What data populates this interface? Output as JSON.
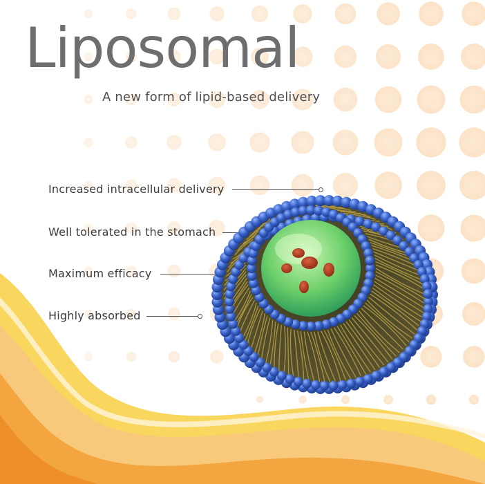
{
  "header": {
    "title": "Liposomal",
    "subtitle": "A new form of lipid-based delivery"
  },
  "benefits": [
    {
      "label": "Increased intracellular delivery"
    },
    {
      "label": "Well tolerated in the stomach"
    },
    {
      "label": "Maximum efficacy"
    },
    {
      "label": "Highly absorbed"
    }
  ],
  "colors": {
    "title": "#6e6e70",
    "dots": "#fbe3c9",
    "wave_yellow": "#f8d15a",
    "wave_orange": "#f2a23a",
    "phospholipid_head": "#3a63c9",
    "lipid_tail": "#8c7a3a",
    "core": "#6ccf6a",
    "payload": "#a93a1f"
  }
}
